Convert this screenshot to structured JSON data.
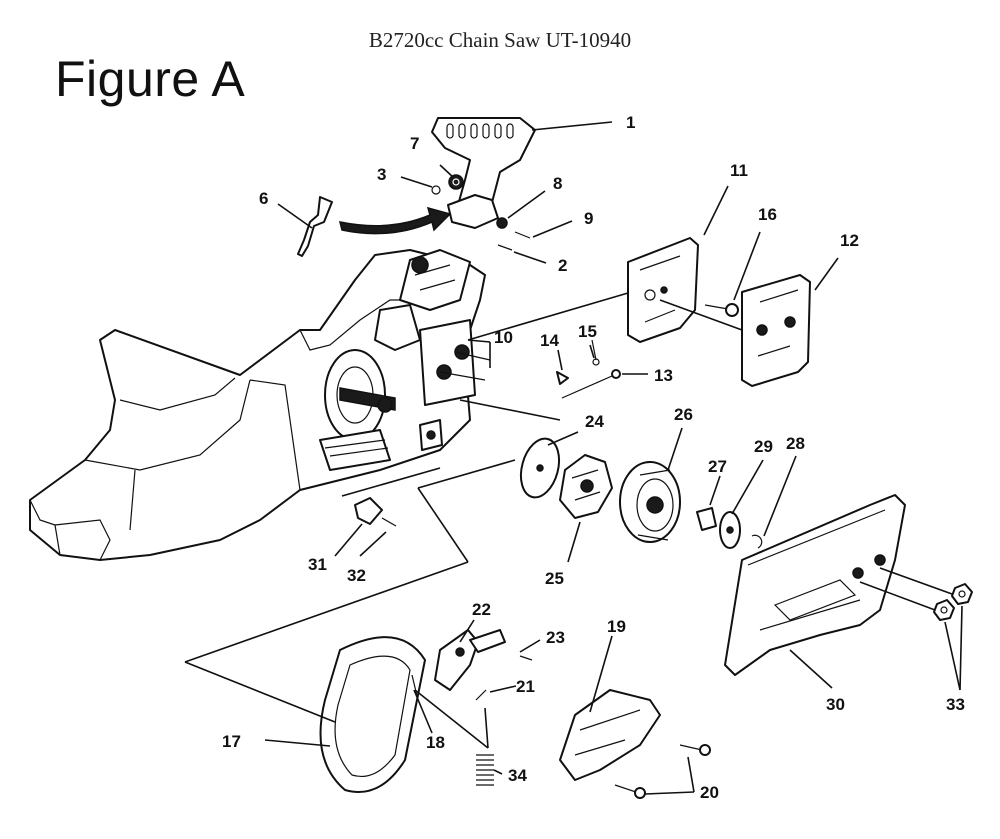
{
  "header": {
    "title": "B2720cc Chain Saw UT-10940",
    "figure_label": "Figure A"
  },
  "callouts": [
    "1",
    "2",
    "3",
    "6",
    "7",
    "8",
    "9",
    "10",
    "11",
    "12",
    "13",
    "14",
    "15",
    "16",
    "17",
    "18",
    "19",
    "20",
    "21",
    "22",
    "23",
    "24",
    "25",
    "26",
    "27",
    "28",
    "29",
    "30",
    "31",
    "32",
    "33",
    "34"
  ]
}
